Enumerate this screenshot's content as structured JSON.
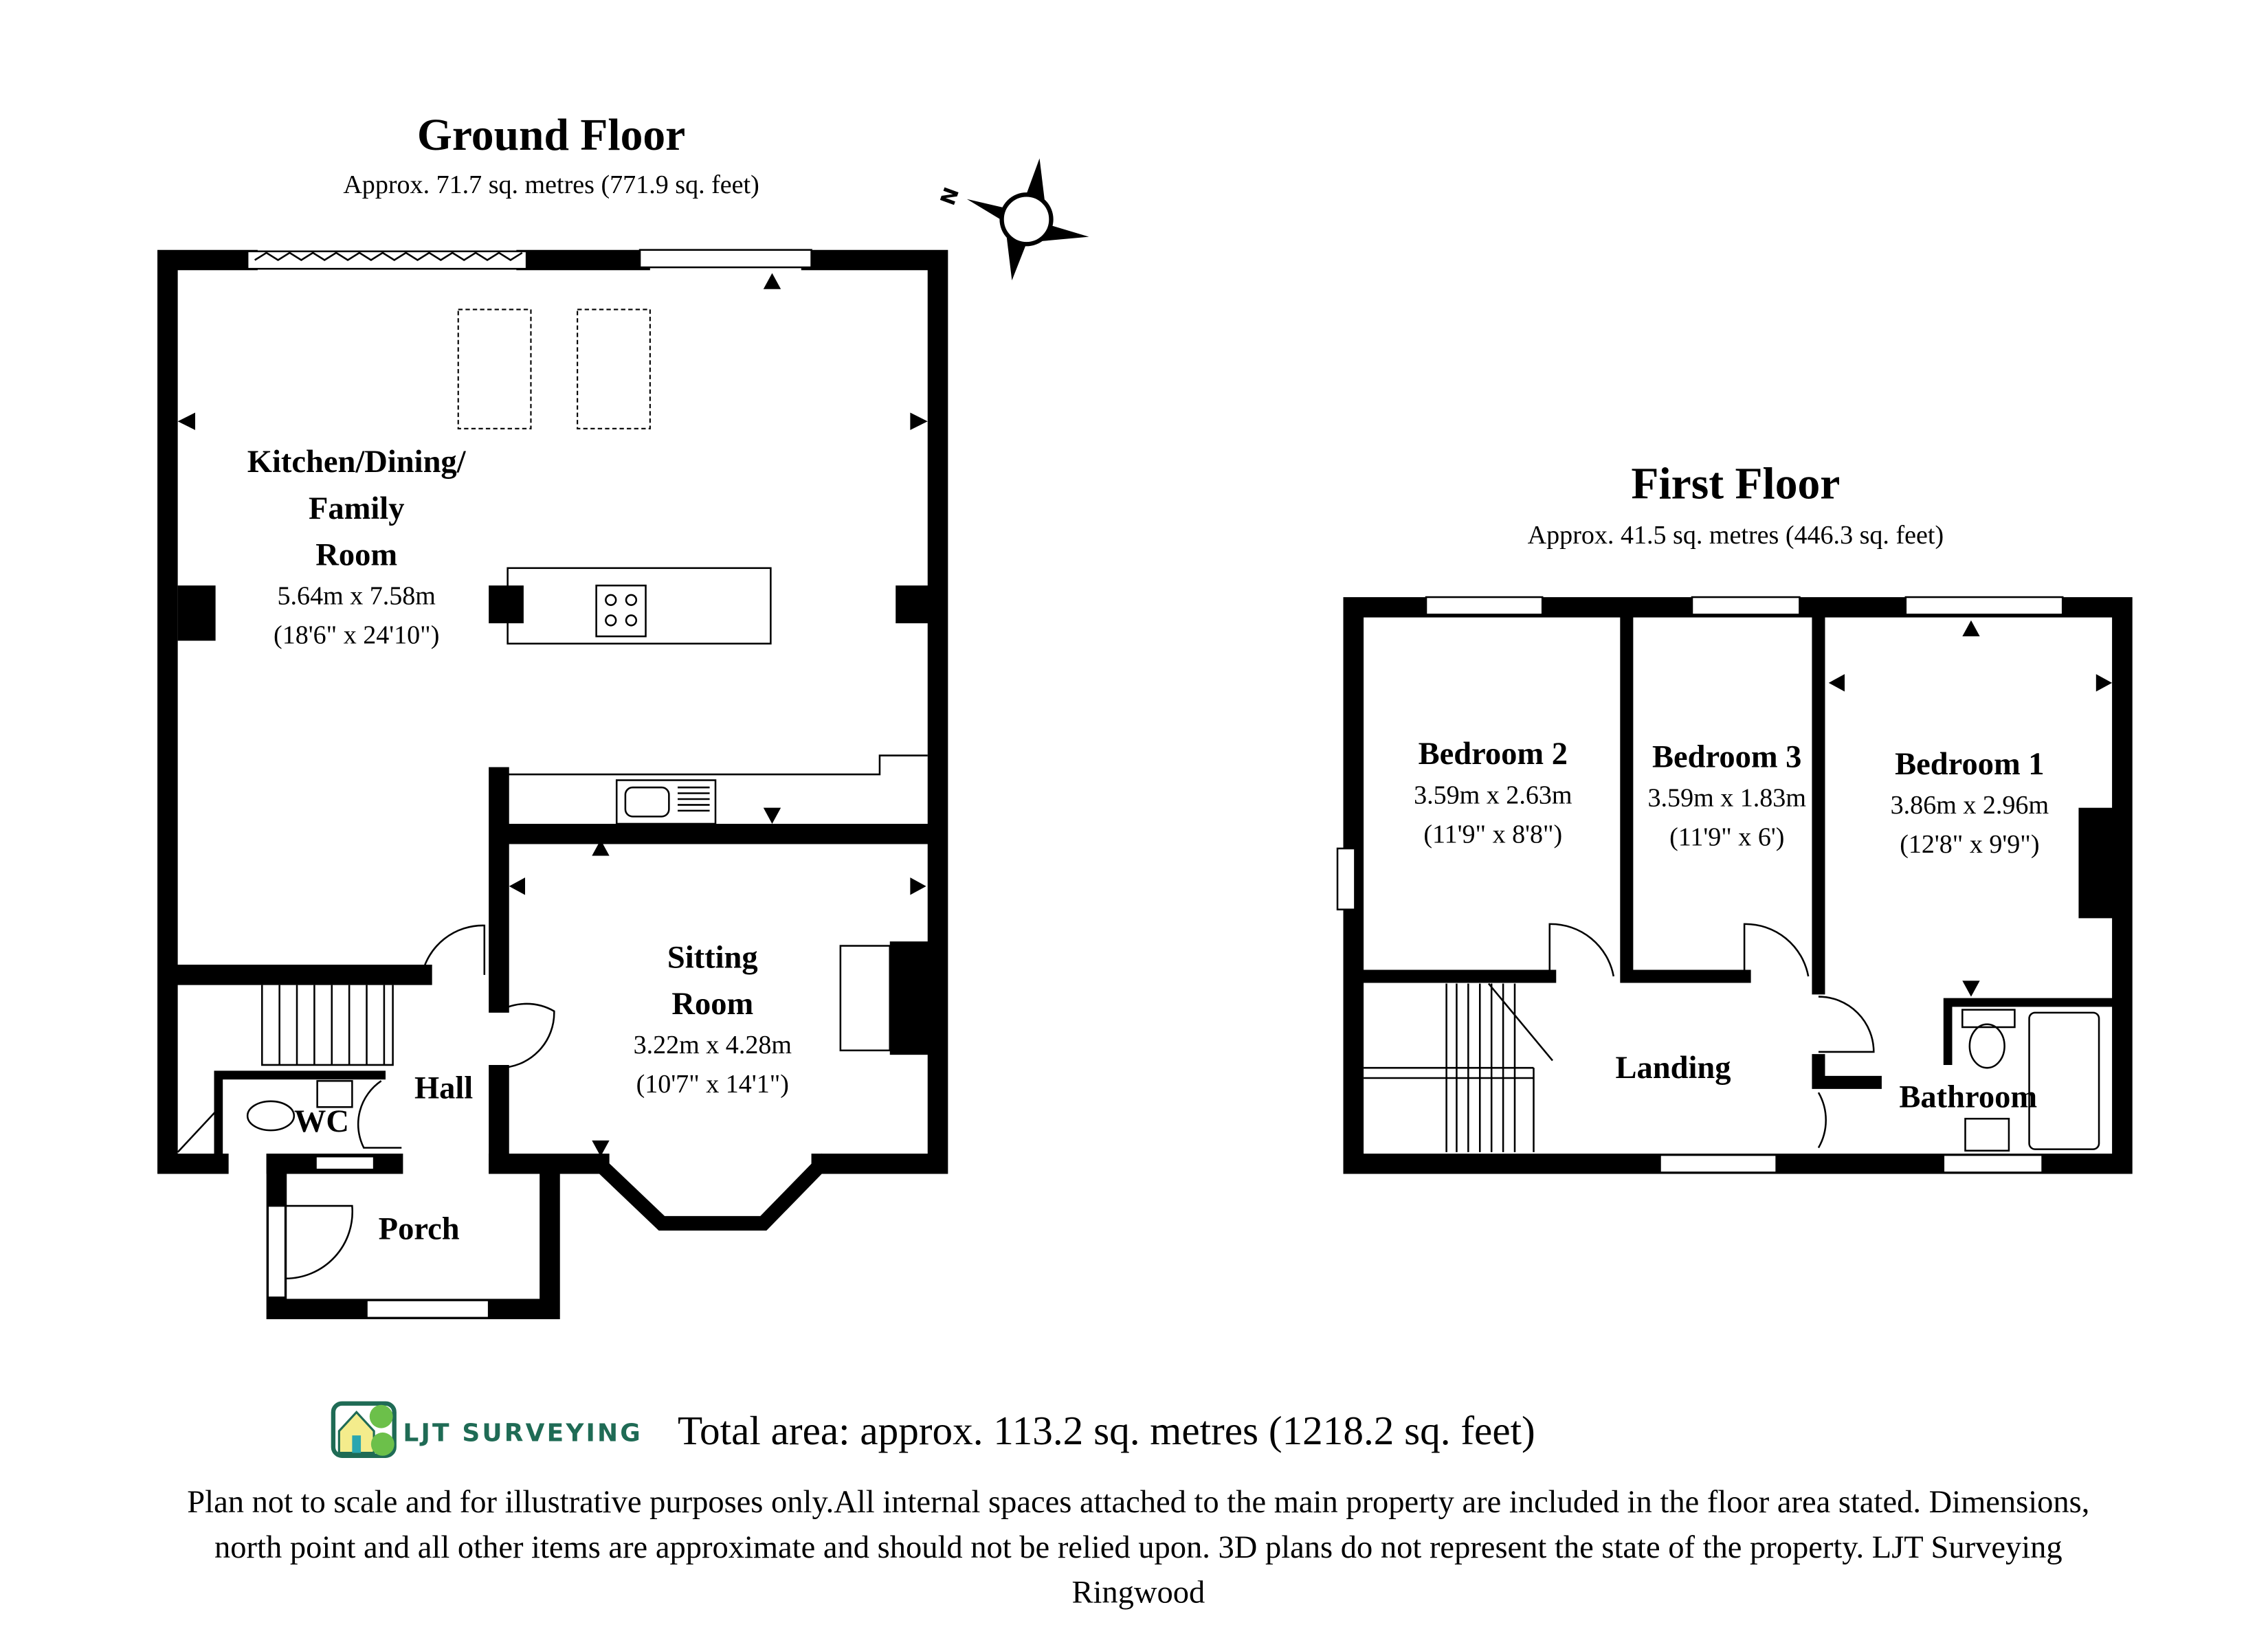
{
  "ground_floor": {
    "title": "Ground Floor",
    "area": "Approx.  71.7 sq. metres (771.9 sq. feet)",
    "rooms": [
      {
        "name_lines": [
          "Kitchen/Dining/",
          "Family",
          "Room"
        ],
        "dim_m": "5.64m x 7.58m",
        "dim_ft": "(18'6\" x 24'10\")"
      },
      {
        "name_lines": [
          "Sitting",
          "Room"
        ],
        "dim_m": "3.22m x 4.28m",
        "dim_ft": "(10'7\" x 14'1\")"
      },
      {
        "name_lines": [
          "Hall"
        ]
      },
      {
        "name_lines": [
          "WC"
        ]
      },
      {
        "name_lines": [
          "Porch"
        ]
      }
    ]
  },
  "first_floor": {
    "title": "First Floor",
    "area": "Approx.  41.5 sq. metres (446.3 sq. feet)",
    "rooms": [
      {
        "name": "Bedroom 2",
        "dim_m": "3.59m x 2.63m",
        "dim_ft": "(11'9\" x 8'8\")"
      },
      {
        "name": "Bedroom 3",
        "dim_m": "3.59m x 1.83m",
        "dim_ft": "(11'9\" x 6')"
      },
      {
        "name": "Bedroom 1",
        "dim_m": "3.86m x 2.96m",
        "dim_ft": "(12'8\" x 9'9\")"
      },
      {
        "name": "Landing"
      },
      {
        "name": "Bathroom"
      }
    ]
  },
  "compass": {
    "label": "N",
    "icon": "compass-north-icon"
  },
  "footer": {
    "logo_text": "LJT Surveying",
    "total_area": "Total area: approx. 113.2 sq. metres (1218.2 sq. feet)",
    "disclaimer_lines": [
      "Plan not to scale and for illustrative purposes only.All internal spaces attached to the main property are included in the floor area stated. Dimensions,",
      "north point and all other items are approximate and should not be relied upon. 3D plans do not represent the state of the property. LJT Surveying",
      "Ringwood"
    ]
  },
  "colors": {
    "logo_green": "#1f6b55",
    "tree_green": "#6cc04a",
    "house_yellow": "#f4ec8c"
  }
}
